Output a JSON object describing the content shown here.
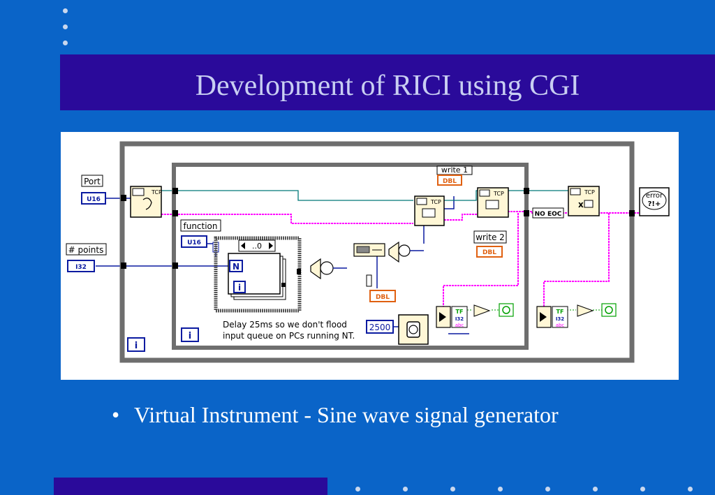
{
  "slide": {
    "title": "Development of RICI using CGI",
    "bullet": "Virtual Instrument - Sine wave signal generator"
  },
  "diagram": {
    "labels": {
      "port": "Port",
      "points": "# points",
      "function": "function",
      "write1": "write 1",
      "write2": "write 2",
      "no_eoc": "NO EOC",
      "delay_line1": "Delay 25ms so we don't flood",
      "delay_line2": "input queue on PCs running NT.",
      "wait_value": "2500",
      "range": "..0",
      "n_term": "N",
      "i_term": "i",
      "question": "?"
    },
    "types": {
      "u16": "U16",
      "i32": "I32",
      "dbl": "DBL"
    },
    "node_text": {
      "tcp": "TCP",
      "error": "error",
      "error_glyph": "?!+",
      "tf": "TF",
      "abc": "abc"
    }
  },
  "colors": {
    "background": "#0a64c8",
    "title_band": "#2a0a9a",
    "title_text": "#c8cef2",
    "loop_frame": "#6e6e6e",
    "int_wire": "#0a1aa0",
    "string_wire": "#ff00ff",
    "tcp_wire": "#007878",
    "dbl_wire": "#e06010",
    "node_fill": "#fff7d6",
    "green": "#00a000"
  }
}
